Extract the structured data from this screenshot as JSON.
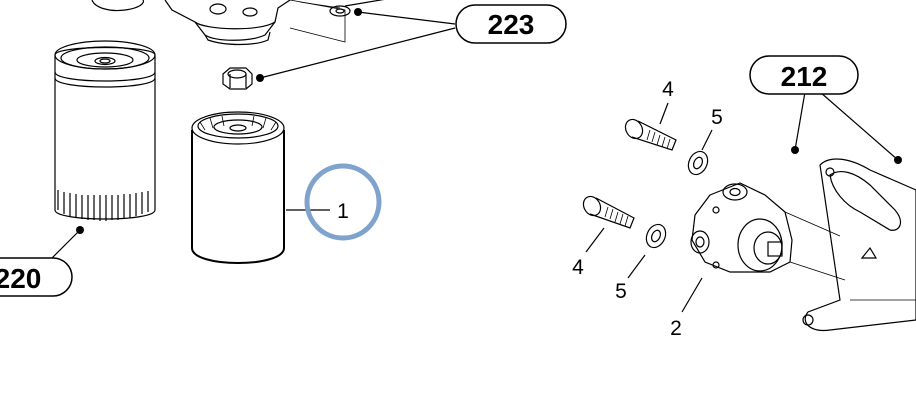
{
  "callouts": {
    "c223": "223",
    "c212": "212",
    "c220": "220"
  },
  "labels": {
    "filter": "1",
    "bolt_top": "4",
    "washer_top": "5",
    "bolt_bottom": "4",
    "washer_bottom": "5",
    "pump": "2"
  },
  "highlight": {
    "ring_color": "#7fa3cc",
    "target_label": "1"
  }
}
